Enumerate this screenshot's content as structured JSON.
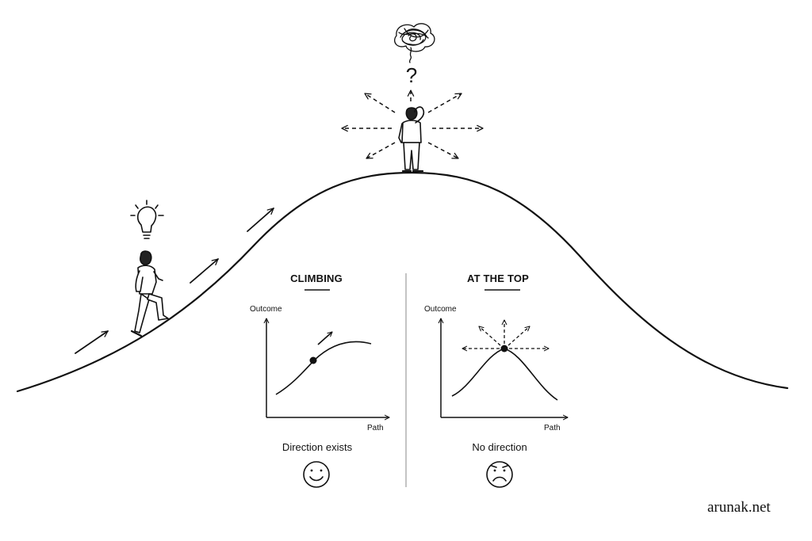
{
  "colors": {
    "ink": "#111111",
    "background": "#ffffff"
  },
  "scene": {
    "climber_idea_icon": "lightbulb-icon",
    "top_confusion_icon": "tangled-scribble-icon",
    "question_mark": "?"
  },
  "panels": {
    "climbing": {
      "title": "CLIMBING",
      "y_label": "Outcome",
      "x_label": "Path",
      "caption": "Direction exists",
      "face_icon": "smiley-face-icon"
    },
    "at_the_top": {
      "title": "AT THE TOP",
      "y_label": "Outcome",
      "x_label": "Path",
      "caption": "No direction",
      "face_icon": "sad-face-icon"
    }
  },
  "footer": {
    "site": "arunak.net"
  }
}
